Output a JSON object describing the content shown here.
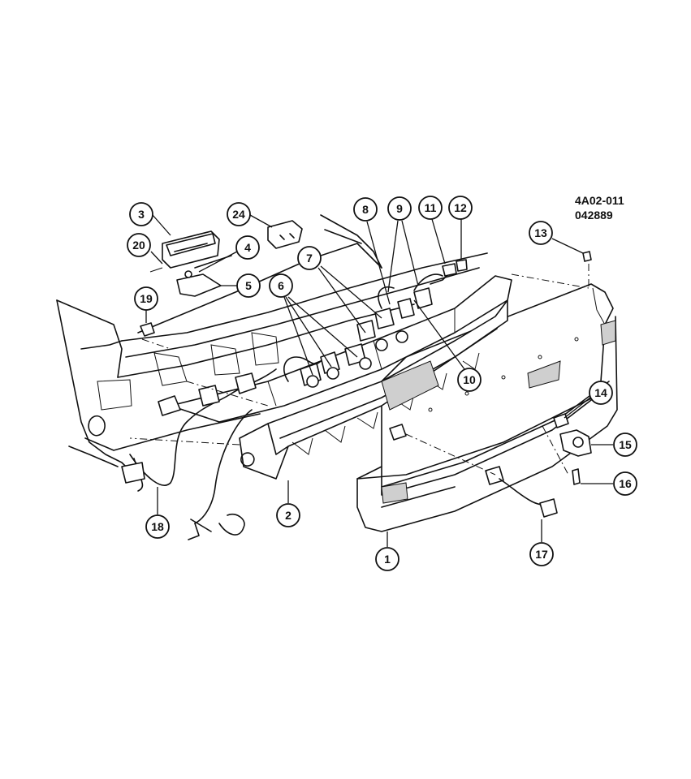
{
  "reference": {
    "code": "4A02-011",
    "number": "042889"
  },
  "callouts": [
    "1",
    "2",
    "3",
    "4",
    "5",
    "6",
    "7",
    "8",
    "9",
    "10",
    "11",
    "12",
    "13",
    "14",
    "15",
    "16",
    "17",
    "18",
    "19",
    "20",
    "24"
  ]
}
